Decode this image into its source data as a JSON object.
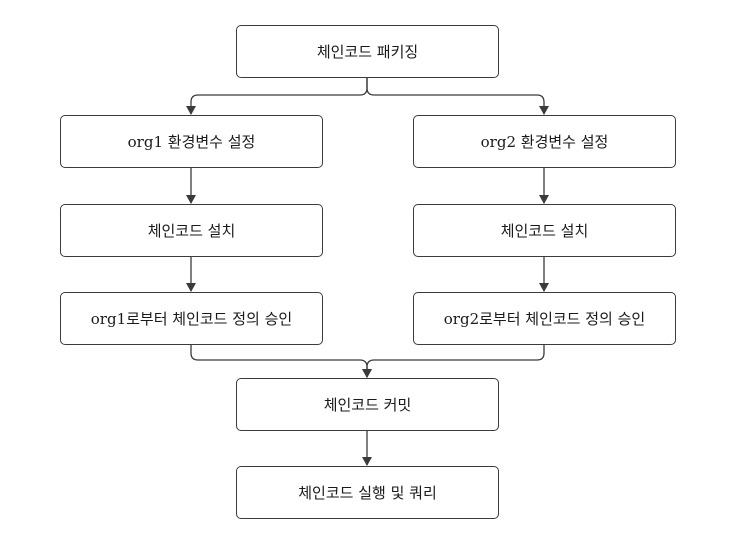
{
  "diagram": {
    "type": "flowchart",
    "colors": {
      "stroke": "#3b3b3b",
      "text": "#1a1a1a",
      "background": "#ffffff"
    },
    "nodes": {
      "package": "체인코드 패키징",
      "env_org1": "org1 환경변수 설정",
      "env_org2": "org2 환경변수 설정",
      "install_org1": "체인코드 설치",
      "install_org2": "체인코드 설치",
      "approve_org1": "org1로부터 체인코드 정의 승인",
      "approve_org2": "org2로부터 체인코드 정의 승인",
      "commit": "체인코드 커밋",
      "invoke_query": "체인코드 실행 및 쿼리"
    },
    "edges": [
      [
        "package",
        "env_org1"
      ],
      [
        "package",
        "env_org2"
      ],
      [
        "env_org1",
        "install_org1"
      ],
      [
        "env_org2",
        "install_org2"
      ],
      [
        "install_org1",
        "approve_org1"
      ],
      [
        "install_org2",
        "approve_org2"
      ],
      [
        "approve_org1",
        "commit"
      ],
      [
        "approve_org2",
        "commit"
      ],
      [
        "commit",
        "invoke_query"
      ]
    ]
  }
}
